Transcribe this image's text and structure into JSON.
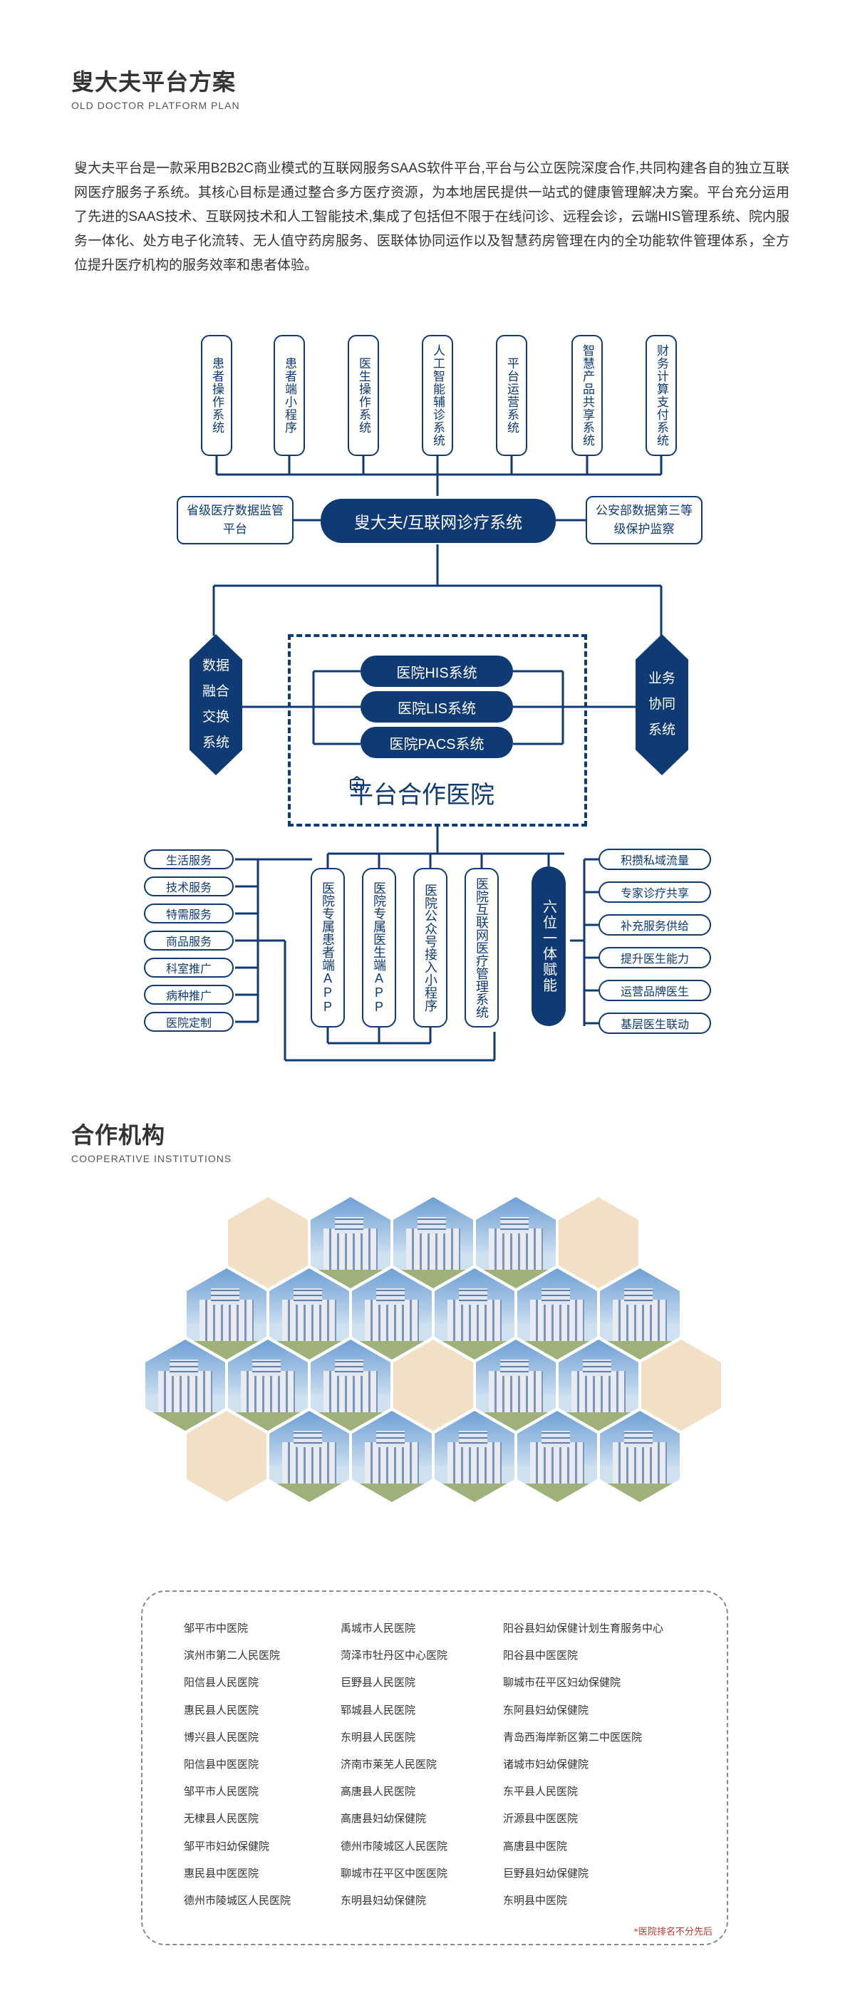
{
  "section1": {
    "title": "叟大夫平台方案",
    "subtitle": "OLD DOCTOR PLATFORM PLAN",
    "intro": "叟大夫平台是一款采用B2B2C商业模式的互联网服务SAAS软件平台,平台与公立医院深度合作,共同构建各自的独立互联网医疗服务子系统。其核心目标是通过整合多方医疗资源，为本地居民提供一站式的健康管理解决方案。平台充分运用了先进的SAAS技术、互联网技术和人工智能技术,集成了包括但不限于在线问诊、远程会诊，云端HIS管理系统、院内服务一体化、处方电子化流转、无人值守药房服务、医联体协同运作以及智慧药房管理在内的全功能软件管理体系，全方位提升医疗机构的服务效率和患者体验。"
  },
  "diagram": {
    "top_boxes": [
      "患者操作系统",
      "患者端小程序",
      "医生操作系统",
      "人工智能辅诊系统",
      "平台运营系统",
      "智慧产品共享系统",
      "财务计算支付系统"
    ],
    "left_box": "省级医疗数据监管平台",
    "center_pill": "叟大夫/互联网诊疗系统",
    "right_box": "公安部数据第三等级保护监察",
    "left_hex": "数据融合交换系统",
    "right_hex": "业务协同系统",
    "systems": [
      "医院HIS系统",
      "医院LIS系统",
      "医院PACS系统"
    ],
    "hospital_label": "平台合作医院",
    "left_services": [
      "生活服务",
      "技术服务",
      "特需服务",
      "商品服务",
      "科室推广",
      "病种推广",
      "医院定制"
    ],
    "apps": [
      "医院专属患者端APP",
      "医院专属医生端APP",
      "医院公众号接入小程序",
      "医院互联网医疗管理系统"
    ],
    "six_label": "六位一体赋能",
    "right_services": [
      "积攒私域流量",
      "专家诊疗共享",
      "补充服务供给",
      "提升医生能力",
      "运营品牌医生",
      "基层医生联动"
    ],
    "colors": {
      "navy": "#0f3a74",
      "beige": "#f1dfc6"
    }
  },
  "section2": {
    "title": "合作机构",
    "subtitle": "COOPERATIVE INSTITUTIONS",
    "hospitals": [
      [
        "邹平市中医院",
        "禹城市人民医院",
        "阳谷县妇幼保健计划生育服务中心"
      ],
      [
        "滨州市第二人民医院",
        "菏泽市牡丹区中心医院",
        "阳谷县中医医院"
      ],
      [
        "阳信县人民医院",
        "巨野县人民医院",
        "聊城市茌平区妇幼保健院"
      ],
      [
        "惠民县人民医院",
        "郓城县人民医院",
        "东阿县妇幼保健院"
      ],
      [
        "博兴县人民医院",
        "东明县人民医院",
        "青岛西海岸新区第二中医医院"
      ],
      [
        "阳信县中医医院",
        "济南市莱芜人民医院",
        "诸城市妇幼保健院"
      ],
      [
        "邹平市人民医院",
        "高唐县人民医院",
        "东平县人民医院"
      ],
      [
        "无棣县人民医院",
        "高唐县妇幼保健院",
        "沂源县中医医院"
      ],
      [
        "邹平市妇幼保健院",
        "德州市陵城区人民医院",
        "高唐县中医院"
      ],
      [
        "惠民县中医医院",
        "聊城市茌平区中医医院",
        "巨野县妇幼保健院"
      ],
      [
        "德州市陵城区人民医院",
        "东明县妇幼保健院",
        "东明县中医院"
      ]
    ],
    "note": "*医院排名不分先后"
  }
}
